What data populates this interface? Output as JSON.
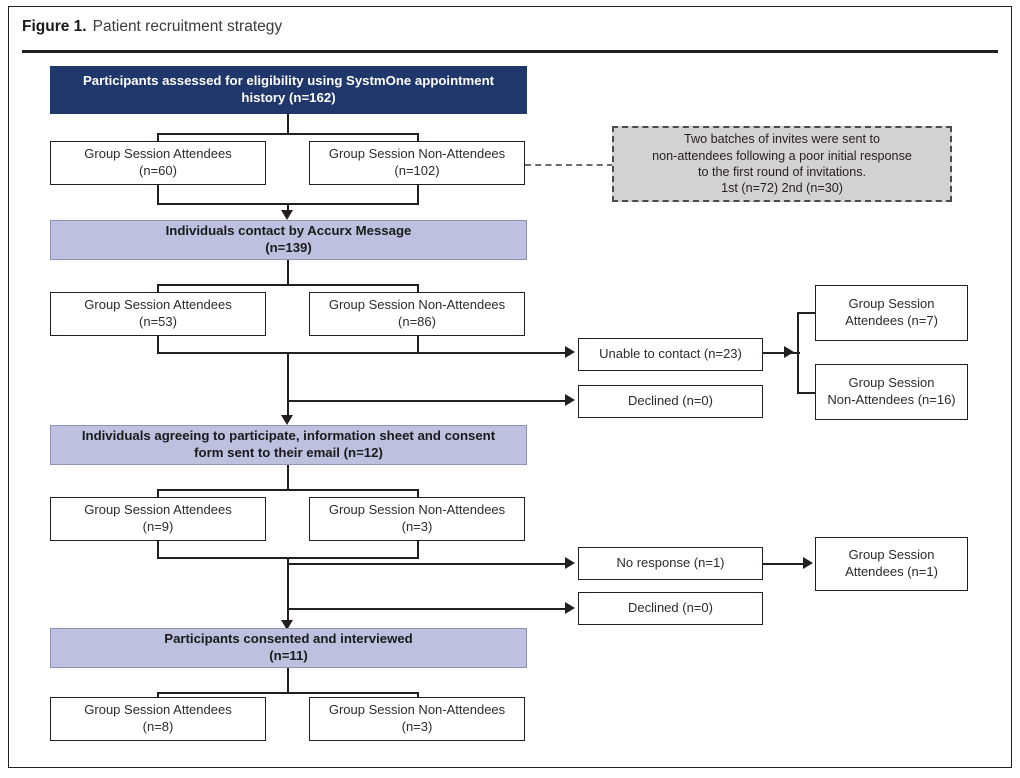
{
  "figure": {
    "label": "Figure 1.",
    "caption": "Patient recruitment strategy"
  },
  "colors": {
    "header_fill": "#20376B",
    "stage_fill": "#BDC0DF",
    "note_fill": "#D2D2D2",
    "line": "#231f20",
    "dashed_line": "#6b6b6b"
  },
  "chart_data": {
    "type": "flowchart",
    "title": "Patient recruitment strategy",
    "nodes": [
      {
        "id": "assessed",
        "style": "header",
        "text": "Participants assessed for eligibility using SystmOne appointment history (n=162)",
        "n": 162
      },
      {
        "id": "assessed_att",
        "style": "plain",
        "text": "Group Session Attendees (n=60)",
        "n": 60
      },
      {
        "id": "assessed_non",
        "style": "plain",
        "text": "Group Session Non-Attendees (n=102)",
        "n": 102
      },
      {
        "id": "note_batches",
        "style": "note",
        "text": "Two batches of invites were sent to non-attendees following a poor initial response to the first round of invitations. 1st (n=72) 2nd (n=30)"
      },
      {
        "id": "contacted",
        "style": "stage",
        "text": "Individuals contact by Accurx Message (n=139)",
        "n": 139
      },
      {
        "id": "contacted_att",
        "style": "plain",
        "text": "Group Session Attendees (n=53)",
        "n": 53
      },
      {
        "id": "contacted_non",
        "style": "plain",
        "text": "Group Session Non-Attendees (n=86)",
        "n": 86
      },
      {
        "id": "unable",
        "style": "plain",
        "text": "Unable to contact (n=23)",
        "n": 23
      },
      {
        "id": "declined1",
        "style": "plain",
        "text": "Declined (n=0)",
        "n": 0
      },
      {
        "id": "unable_att",
        "style": "plain",
        "text": "Group Session Attendees (n=7)",
        "n": 7
      },
      {
        "id": "unable_non",
        "style": "plain",
        "text": "Group Session Non-Attendees (n=16)",
        "n": 16
      },
      {
        "id": "agreeing",
        "style": "stage",
        "text": "Individuals agreeing to participate, information sheet and consent form sent to their email (n=12)",
        "n": 12
      },
      {
        "id": "agreeing_att",
        "style": "plain",
        "text": "Group Session Attendees (n=9)",
        "n": 9
      },
      {
        "id": "agreeing_non",
        "style": "plain",
        "text": "Group Session Non-Attendees (n=3)",
        "n": 3
      },
      {
        "id": "noresponse",
        "style": "plain",
        "text": "No response (n=1)",
        "n": 1
      },
      {
        "id": "declined2",
        "style": "plain",
        "text": "Declined (n=0)",
        "n": 0
      },
      {
        "id": "noresponse_att",
        "style": "plain",
        "text": "Group Session Attendees (n=1)",
        "n": 1
      },
      {
        "id": "consented",
        "style": "stage",
        "text": "Participants consented and interviewed (n=11)",
        "n": 11
      },
      {
        "id": "consented_att",
        "style": "plain",
        "text": "Group Session Attendees (n=8)",
        "n": 8
      },
      {
        "id": "consented_non",
        "style": "plain",
        "text": "Group Session Non-Attendees (n=3)",
        "n": 3
      }
    ]
  },
  "nodes": {
    "assessed": {
      "line1": "Participants assessed for eligibility using SystmOne appointment",
      "line2": "history (n=162)"
    },
    "assessed_att": {
      "line1": "Group Session Attendees",
      "line2": "(n=60)"
    },
    "assessed_non": {
      "line1": "Group Session Non-Attendees",
      "line2": "(n=102)"
    },
    "note_batches": {
      "line1": "Two batches of invites were sent to",
      "line2": "non-attendees following a poor initial response",
      "line3": "to the first round of invitations.",
      "line4": "1st (n=72) 2nd (n=30)"
    },
    "contacted": {
      "line1": "Individuals contact by Accurx Message",
      "line2": "(n=139)"
    },
    "contacted_att": {
      "line1": "Group Session Attendees",
      "line2": "(n=53)"
    },
    "contacted_non": {
      "line1": "Group Session Non-Attendees",
      "line2": "(n=86)"
    },
    "unable": {
      "line1": "Unable to contact (n=23)"
    },
    "declined1": {
      "line1": "Declined (n=0)"
    },
    "unable_att": {
      "line1": "Group Session",
      "line2": "Attendees (n=7)"
    },
    "unable_non": {
      "line1": "Group Session",
      "line2": "Non-Attendees (n=16)"
    },
    "agreeing": {
      "line1": "Individuals agreeing to participate, information sheet and consent",
      "line2": "form sent to their email (n=12)"
    },
    "agreeing_att": {
      "line1": "Group Session Attendees",
      "line2": "(n=9)"
    },
    "agreeing_non": {
      "line1": "Group Session Non-Attendees",
      "line2": "(n=3)"
    },
    "noresponse": {
      "line1": "No response (n=1)"
    },
    "declined2": {
      "line1": "Declined (n=0)"
    },
    "noresponse_att": {
      "line1": "Group Session",
      "line2": "Attendees (n=1)"
    },
    "consented": {
      "line1": "Participants consented and interviewed",
      "line2": "(n=11)"
    },
    "consented_att": {
      "line1": "Group Session Attendees",
      "line2": "(n=8)"
    },
    "consented_non": {
      "line1": "Group Session Non-Attendees",
      "line2": "(n=3)"
    }
  }
}
